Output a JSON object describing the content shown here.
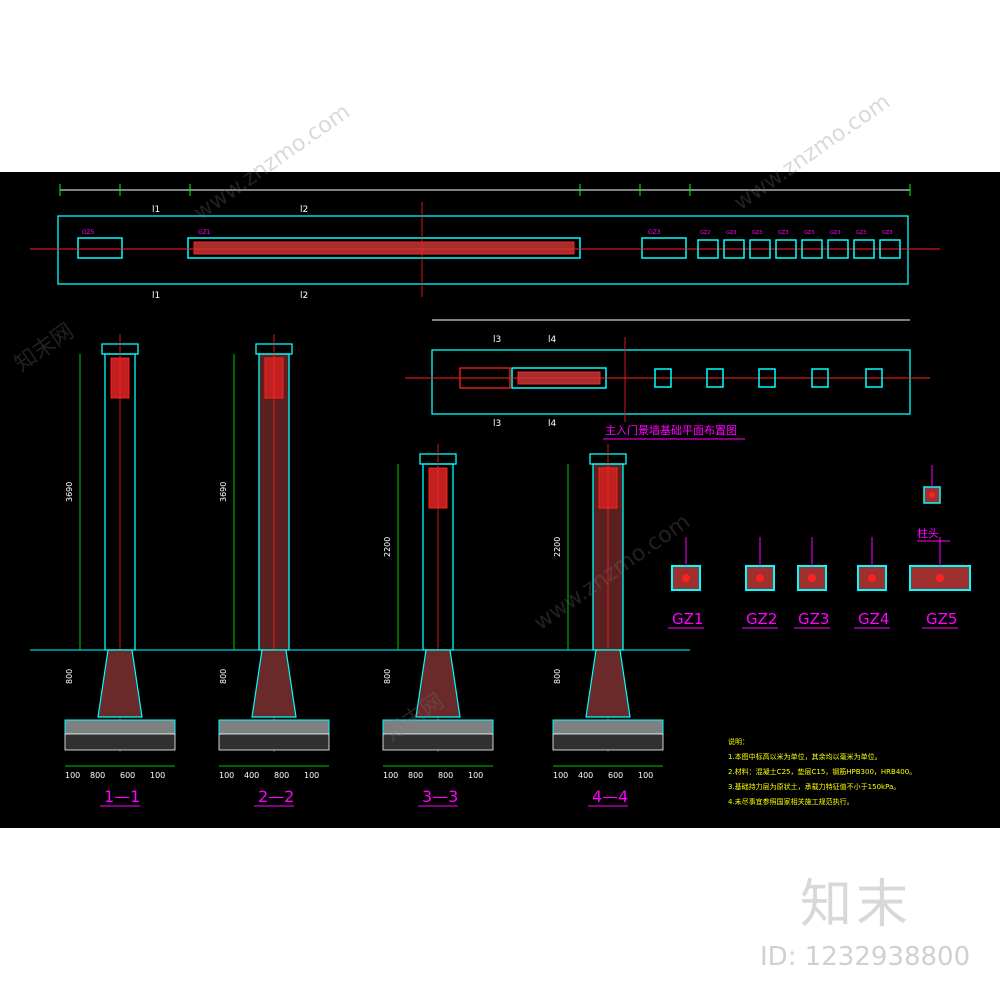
{
  "plan": {
    "title": "主入门景墙基础平面布置图",
    "top_labels": [
      "l1",
      "l2",
      "l1",
      "l2"
    ],
    "small_plan_labels": [
      "l3",
      "l4",
      "l3",
      "l4"
    ],
    "tags": [
      "GZ5",
      "GZ1",
      "GZ3",
      "GZ2",
      "GZ3",
      "GZ3",
      "GZ3",
      "GZ3",
      "GZ3",
      "GZ3",
      "GZ3"
    ]
  },
  "sections": [
    {
      "label": "1—1",
      "height": "3690",
      "dims": [
        "100",
        "800",
        "600",
        "100"
      ],
      "base": "800"
    },
    {
      "label": "2—2",
      "height": "3690",
      "dims": [
        "100",
        "400",
        "800",
        "100"
      ],
      "base": "800"
    },
    {
      "label": "3—3",
      "height": "2200",
      "dims": [
        "100",
        "800",
        "800",
        "100"
      ],
      "base": "800"
    },
    {
      "label": "4—4",
      "height": "2200",
      "dims": [
        "100",
        "400",
        "600",
        "100"
      ],
      "base": "800"
    }
  ],
  "columns": [
    "GZ1",
    "GZ2",
    "GZ3",
    "GZ4",
    "GZ5"
  ],
  "column_head": "柱头",
  "notes": [
    "说明：",
    "1.本图中标高以米为单位，其余均以毫米为单位。",
    "2.材料：混凝土C25，垫层C15，钢筋HPB300，HRB400。",
    "3.基础持力层为原状土，承载力特征值不小于150kPa。",
    "4.未尽事宜参照国家相关施工规范执行。"
  ],
  "watermarks": [
    "www.znzmo.com",
    "知末网",
    "www.znzmo.com",
    "知末网",
    "www.znzmo.com"
  ],
  "brand": "知末",
  "id_text": "ID: 1232938800",
  "colors": {
    "magenta": "#ff00ff",
    "cyan": "#00ffff",
    "red": "#ff2020",
    "yellow": "#ffff00",
    "green": "#00ff00",
    "white": "#ffffff"
  }
}
